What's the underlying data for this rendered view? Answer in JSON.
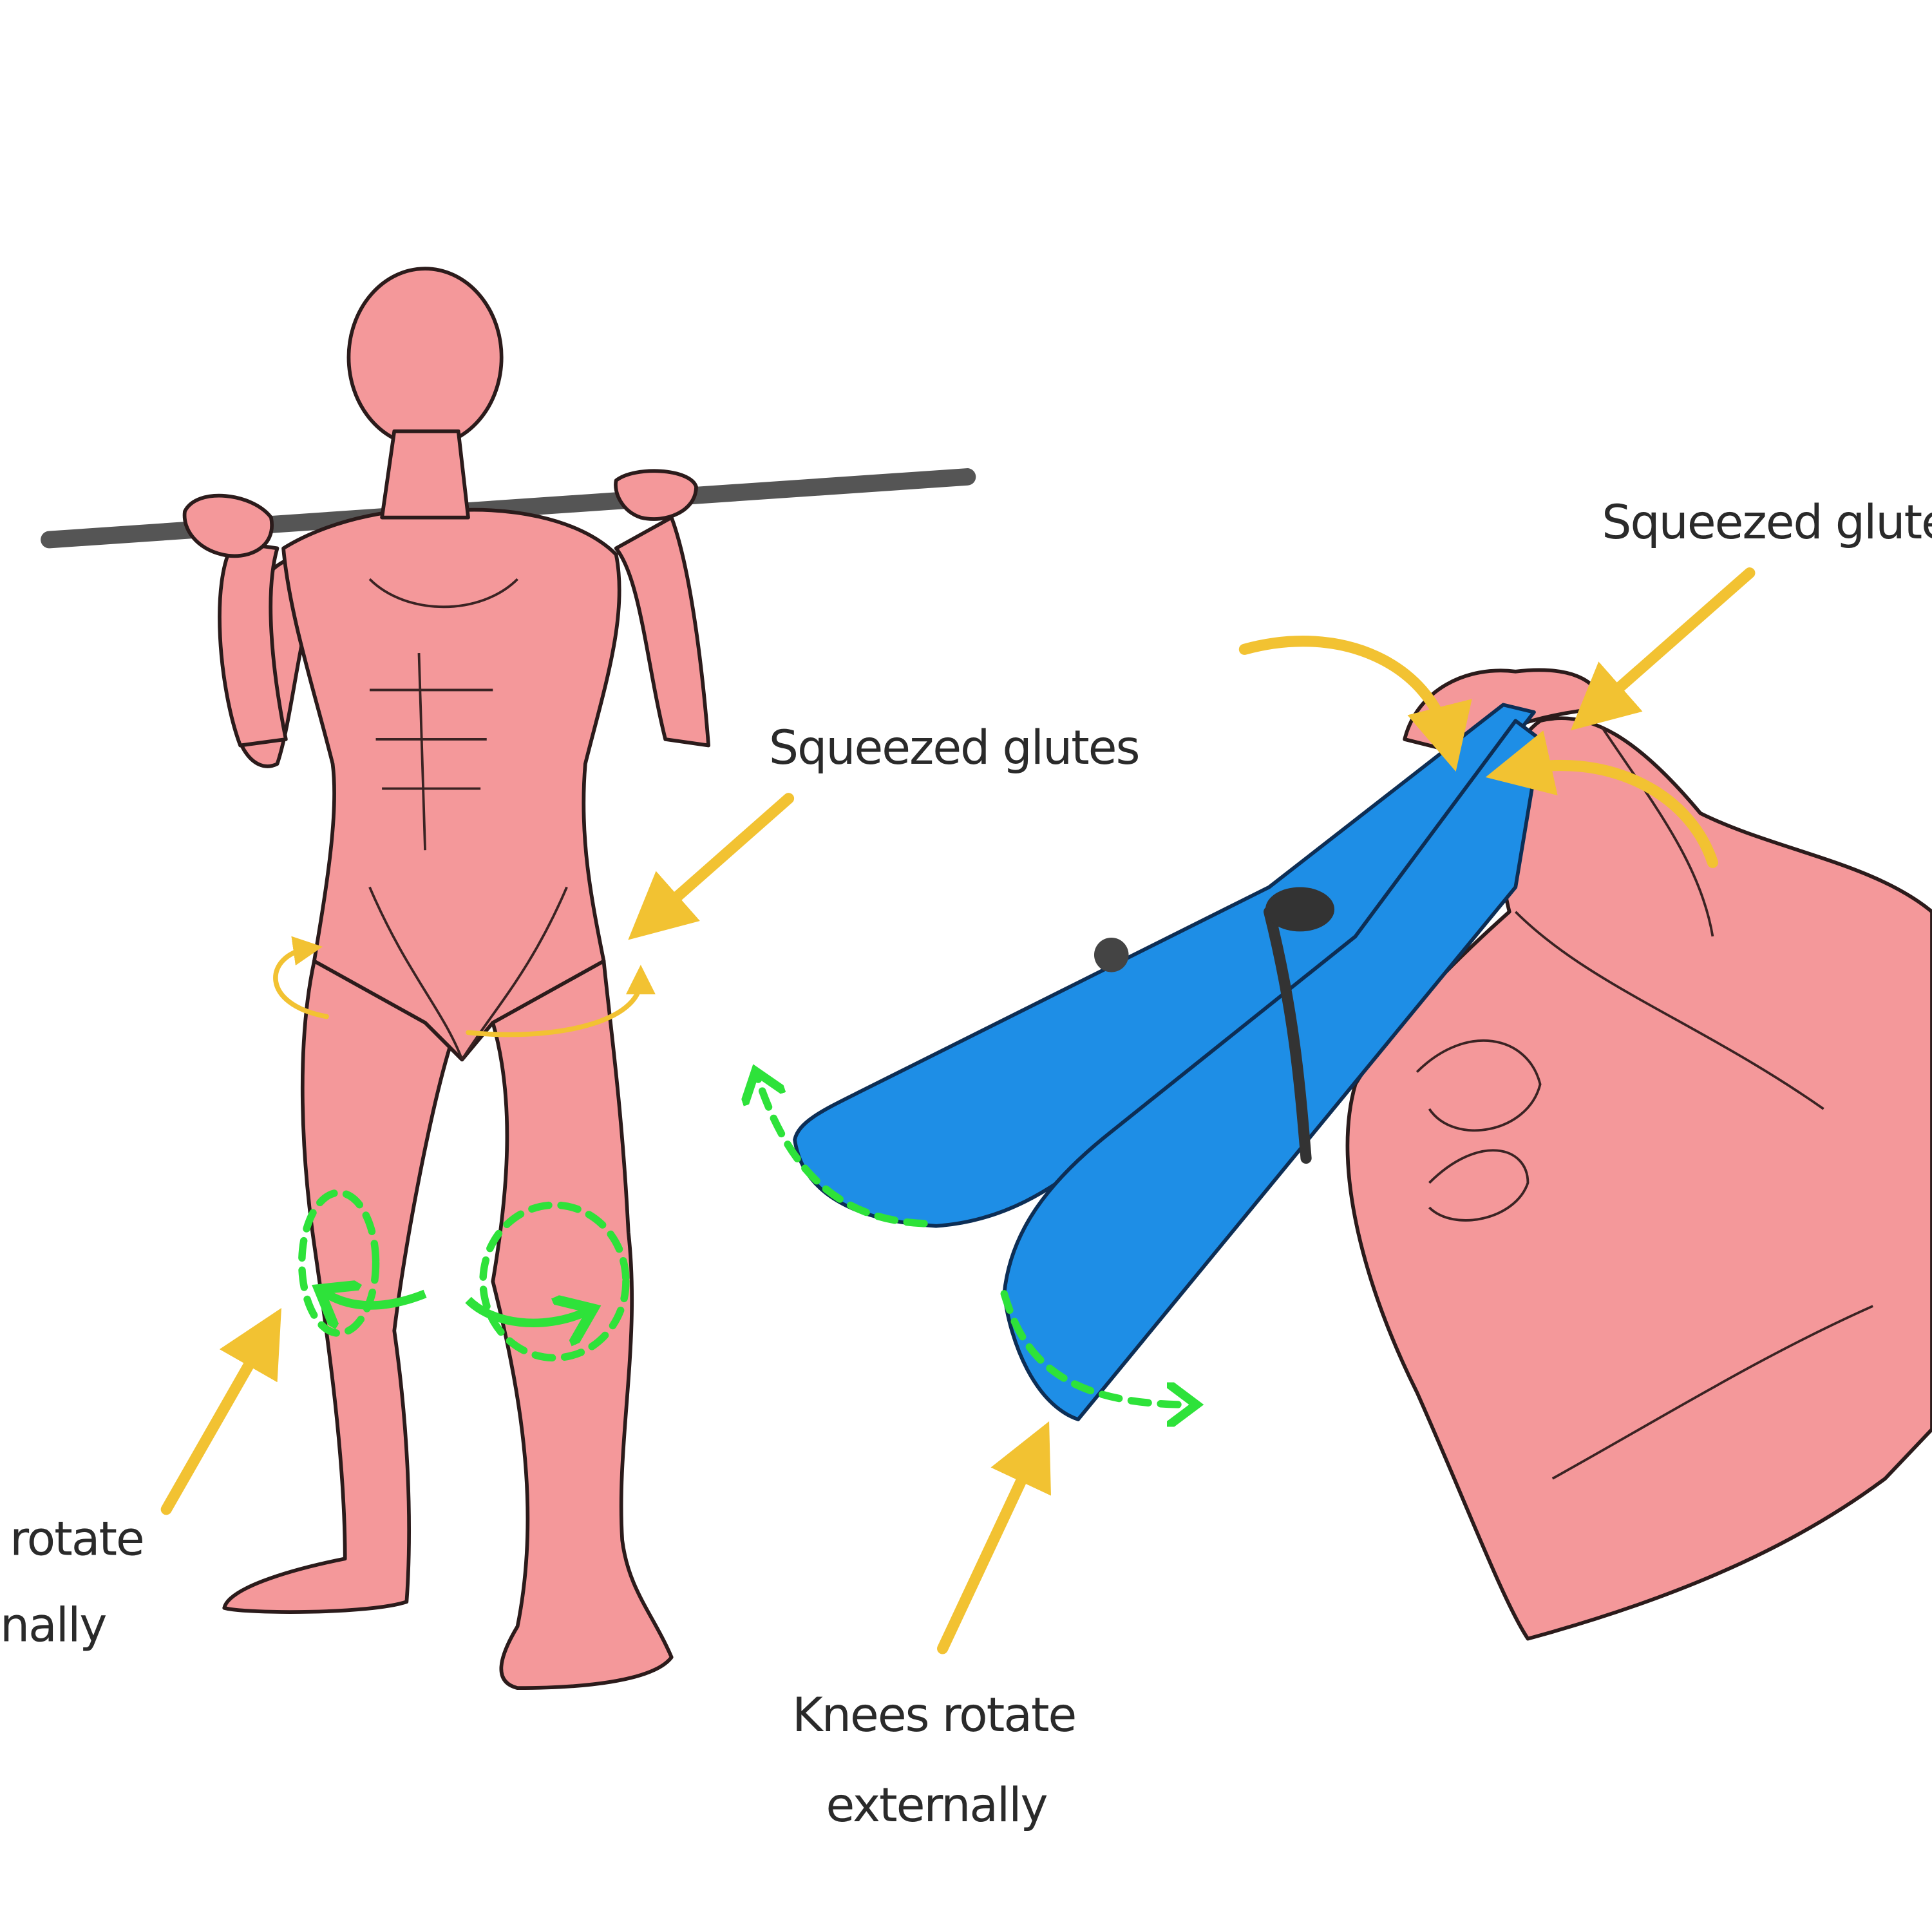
{
  "labels": {
    "glutes_left": "Squeezed glutes",
    "glutes_right": "Squeezed glutes",
    "knees_left_line1": "rotate",
    "knees_left_line2": "nally",
    "knees_center_line1": "Knees rotate",
    "knees_center_line2": "externally"
  },
  "colors": {
    "skin": "#f4989a",
    "arrow_yellow": "#f2c232",
    "arrow_green": "#2ee23a",
    "clothespin": "#1e8ee6",
    "bar": "#555555"
  }
}
